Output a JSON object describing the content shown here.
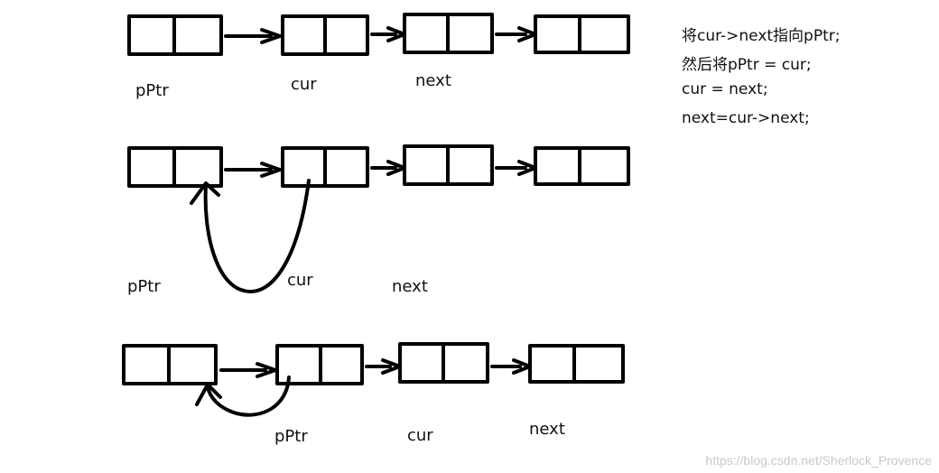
{
  "diagram": {
    "rows": [
      {
        "labels": [
          "pPtr",
          "cur",
          "next"
        ]
      },
      {
        "labels": [
          "pPtr",
          "cur",
          "next"
        ]
      },
      {
        "labels": [
          "pPtr",
          "cur",
          "next"
        ]
      }
    ],
    "notes": [
      "将cur->next指向pPtr;",
      "然后将pPtr = cur;",
      "cur = next;",
      "next=cur->next;"
    ]
  },
  "watermark": "https://blog.csdn.net/Sherlock_Provence"
}
